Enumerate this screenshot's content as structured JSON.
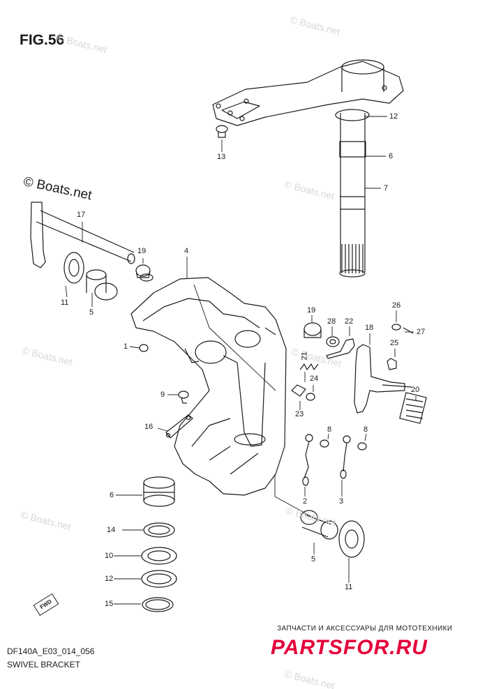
{
  "header": {
    "figure_title": "FIG.56"
  },
  "copyright": "© Boats.net",
  "watermark": "© Boats.net",
  "footer": {
    "code": "DF140A_E03_014_056",
    "name": "SWIVEL BRACKET"
  },
  "shop": {
    "tagline": "ЗАПЧАСТИ И АКСЕССУАРЫ ДЛЯ МОТОТЕХНИКИ",
    "logo_text": "PARTSFOR.RU",
    "logo_color": "#e4003a"
  },
  "forward_marker": "FWD",
  "callouts": [
    "12",
    "6",
    "7",
    "13",
    "17",
    "19",
    "4",
    "11",
    "5",
    "1",
    "9",
    "16",
    "19",
    "28",
    "22",
    "26",
    "27",
    "18",
    "25",
    "21",
    "24",
    "23",
    "20",
    "8",
    "8",
    "2",
    "3",
    "6",
    "14",
    "10",
    "12",
    "15",
    "5",
    "11"
  ]
}
